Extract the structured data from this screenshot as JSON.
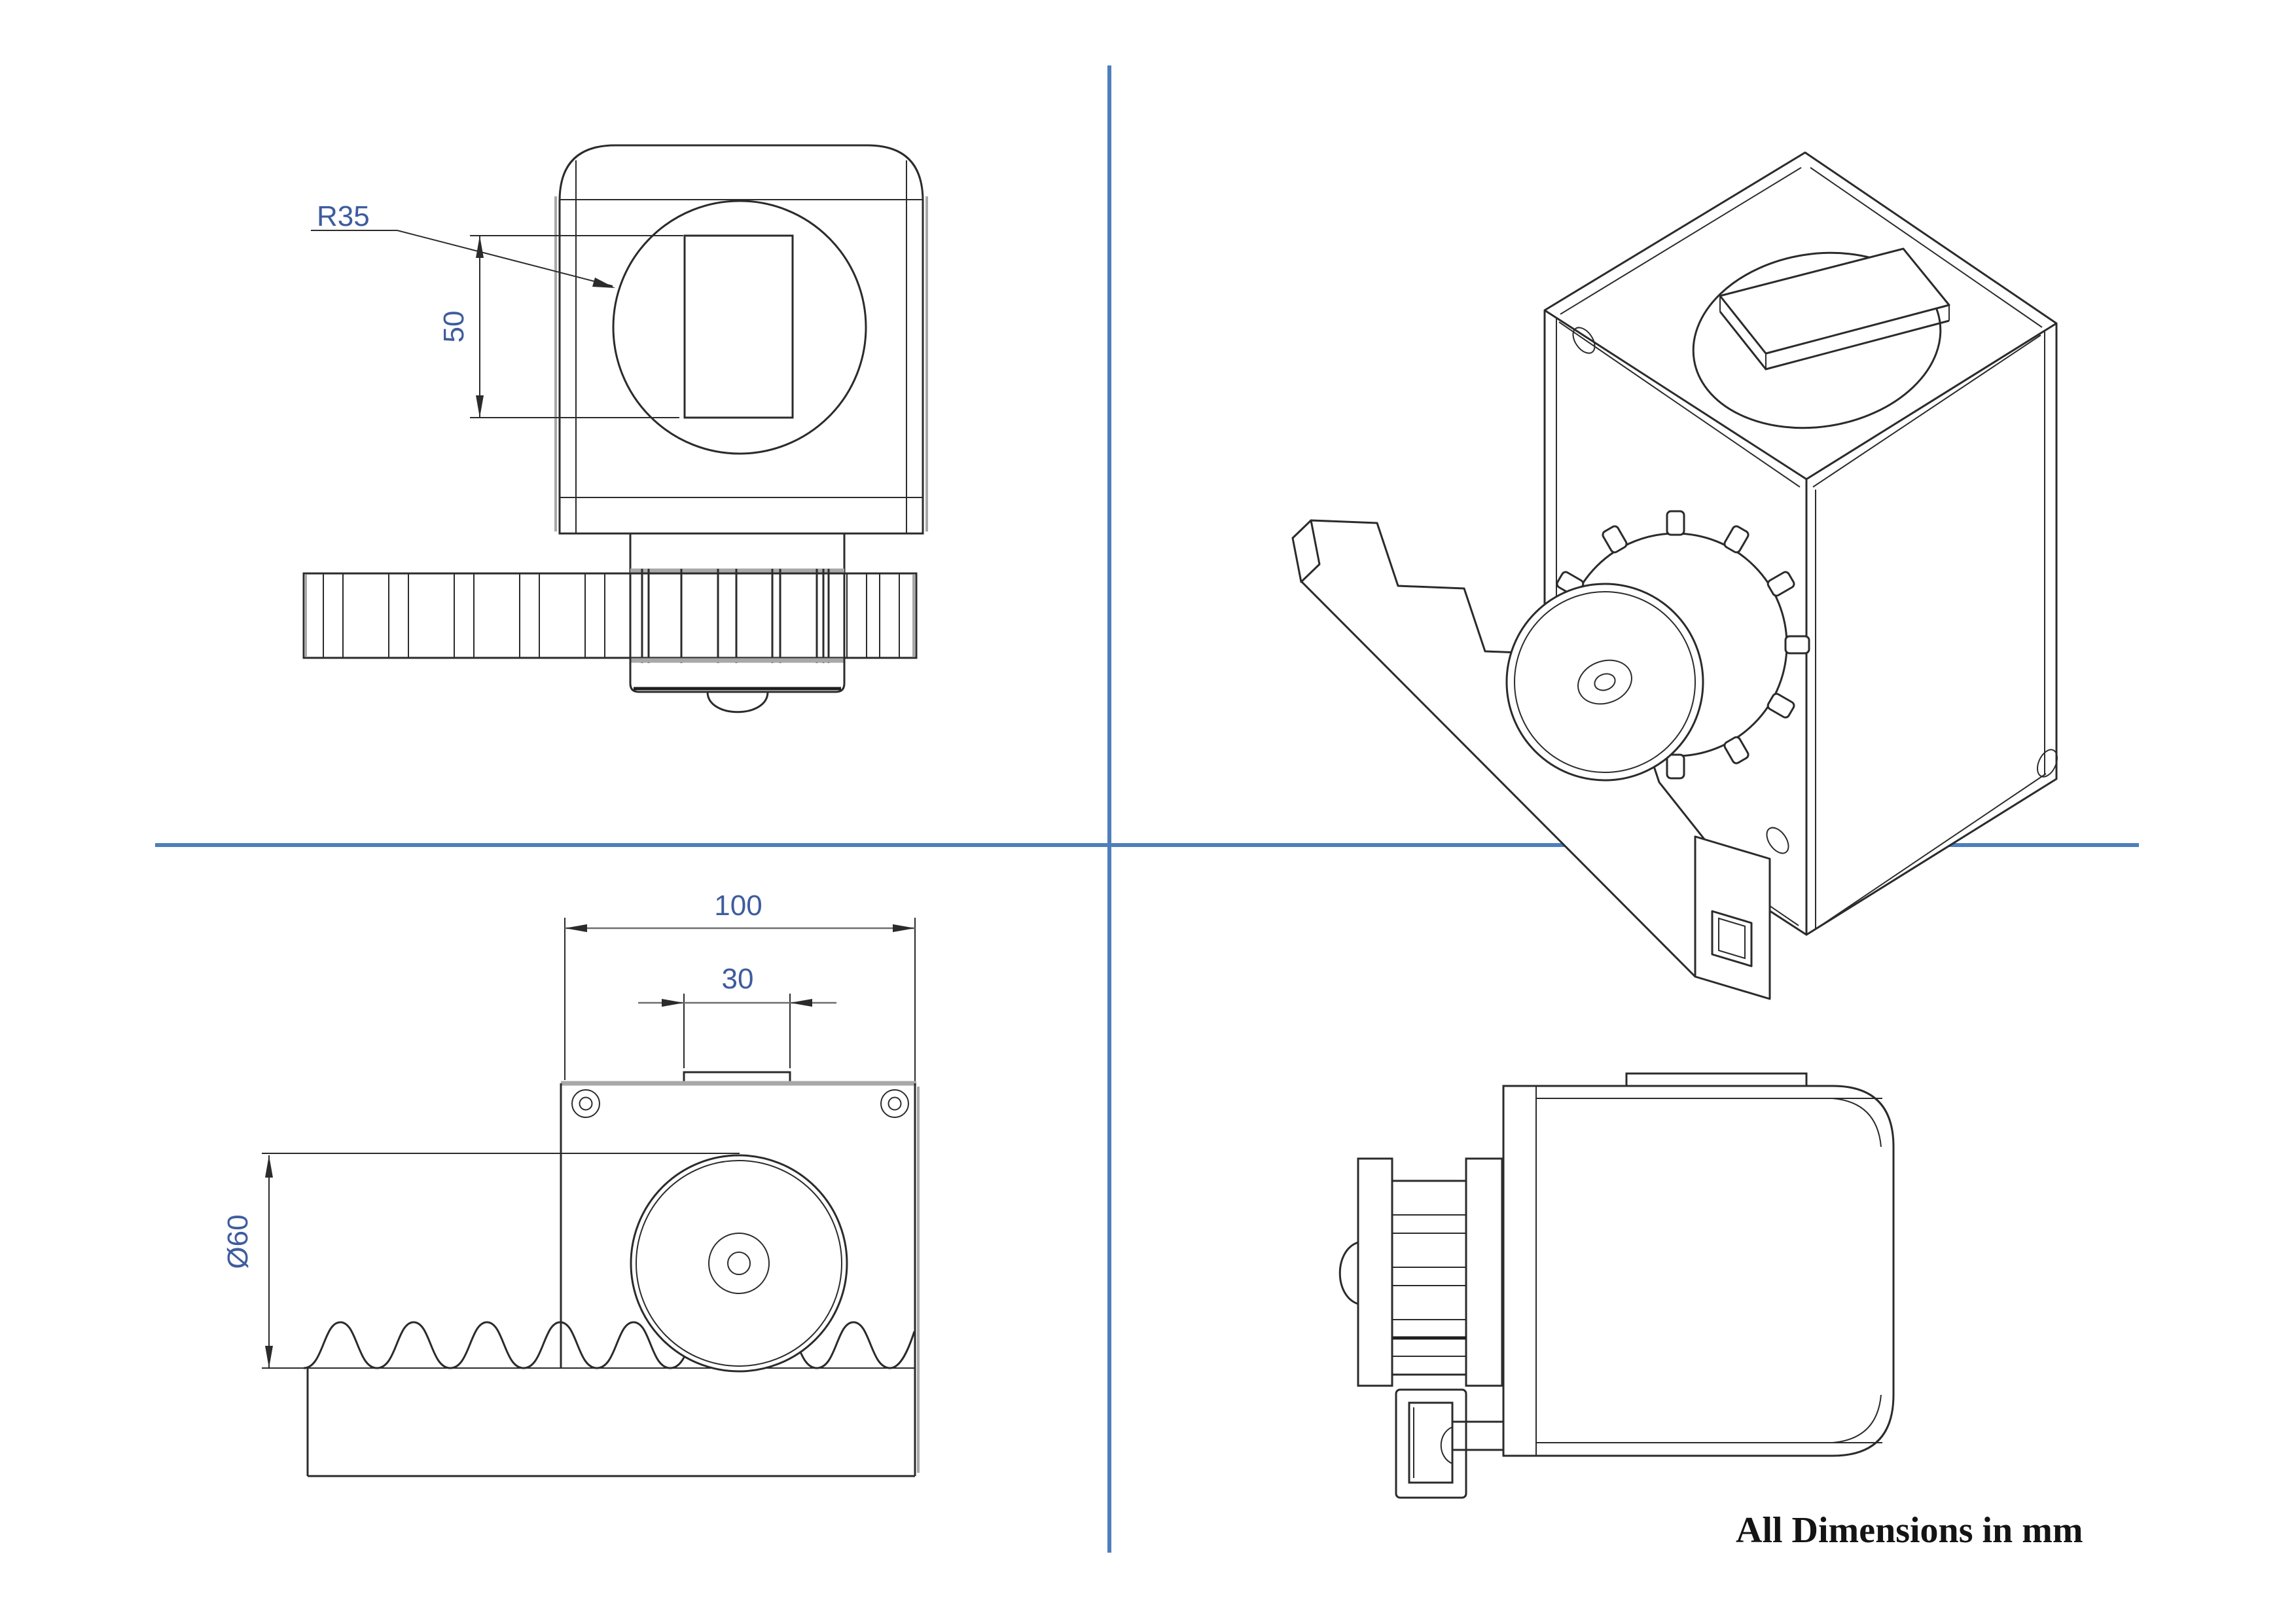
{
  "drawing": {
    "background": "#ffffff",
    "divider_color": "#4e7fbc",
    "line_color": "#2b2b2b",
    "dim_text_color": "#3e5c9e",
    "footer_note": "All Dimensions in mm",
    "dims": {
      "front_radius": "R35",
      "front_height": "50",
      "plate_width": "100",
      "tab_width": "30",
      "gear_diameter": "Ø60"
    }
  }
}
